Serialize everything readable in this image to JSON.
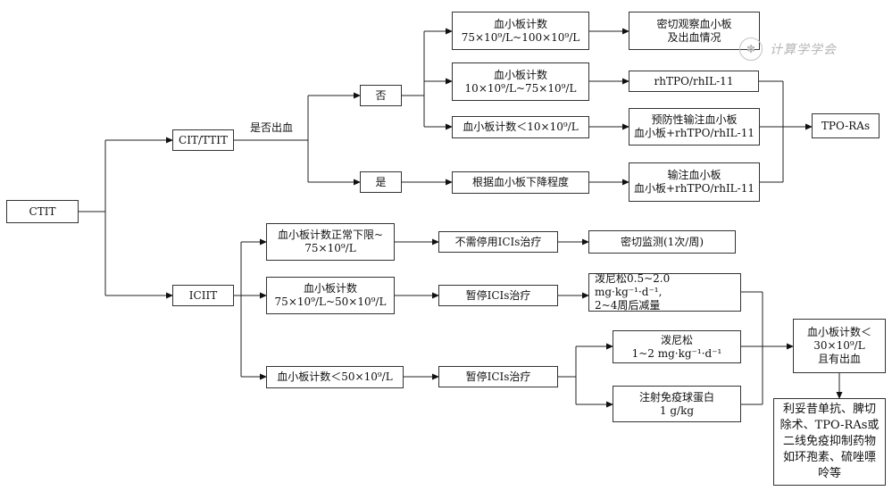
{
  "root": "CTIT",
  "cit": {
    "label": "CIT/TTIT",
    "question": "是否出血",
    "no": "否",
    "yes": "是",
    "plt_a": "血小板计数\n75×10⁹/L~100×10⁹/L",
    "plt_b": "血小板计数\n10×10⁹/L~75×10⁹/L",
    "plt_c": "血小板计数＜10×10⁹/L",
    "by_drop": "根据血小板下降程度",
    "observe": "密切观察血小板\n及出血情况",
    "rhtpo": "rhTPO/rhIL-11",
    "prophylactic": "预防性输注血小板\n血小板+rhTPO/rhIL-11",
    "transfuse": "输注血小板\n血小板+rhTPO/rhIL-11",
    "tpo_ras": "TPO-RAs"
  },
  "ciit": {
    "label": "ICIIT",
    "normal": "血小板计数正常下限~\n75×10⁹/L",
    "mid": "血小板计数\n75×10⁹/L~50×10⁹/L",
    "low": "血小板计数＜50×10⁹/L",
    "no_stop": "不需停用ICIs治疗",
    "pause1": "暂停ICIs治疗",
    "pause2": "暂停ICIs治疗",
    "monitor": "密切监测(1次/周)",
    "pred_taper": "泼尼松0.5~2.0 mg·kg⁻¹·d⁻¹,\n2~4周后减量",
    "pred": "泼尼松\n1~2 mg·kg⁻¹·d⁻¹",
    "ivig": "注射免疫球蛋白\n1 g/kg",
    "severe": "血小板计数＜\n30×10⁹/L\n且有出血",
    "second_line": "利妥昔单抗、脾切\n除术、TPO-RAs或\n二线免疫抑制药物\n如环孢素、硫唑嘌\n呤等"
  },
  "watermark": {
    "text": "计算学学会",
    "icon": "society-seal-icon"
  }
}
